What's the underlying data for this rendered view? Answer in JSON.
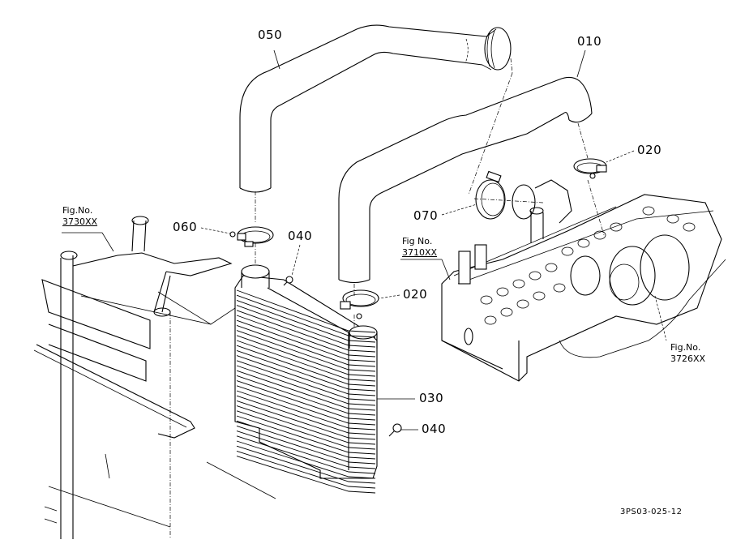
{
  "diagram": {
    "title": "Intercooler hose assembly parts diagram",
    "drawing_code": "3PS03-025-12",
    "part_callouts": [
      {
        "id": "050",
        "part": "upper-hose"
      },
      {
        "id": "010",
        "part": "turbo-hose"
      },
      {
        "id": "020",
        "part": "hose-clamp-upper"
      },
      {
        "id": "070",
        "part": "hose-band-clamp"
      },
      {
        "id": "060",
        "part": "hose-clamp-left"
      },
      {
        "id": "040",
        "part": "bolt-upper"
      },
      {
        "id": "020",
        "part": "hose-clamp-lower"
      },
      {
        "id": "030",
        "part": "intercooler"
      },
      {
        "id": "040",
        "part": "bolt-lower"
      }
    ],
    "figure_refs": [
      {
        "label": "Fig.No.",
        "number": "3730XX"
      },
      {
        "label": "Fig No.",
        "number": "3710XX"
      },
      {
        "label": "Fig.No.",
        "number": "3726XX"
      }
    ]
  }
}
